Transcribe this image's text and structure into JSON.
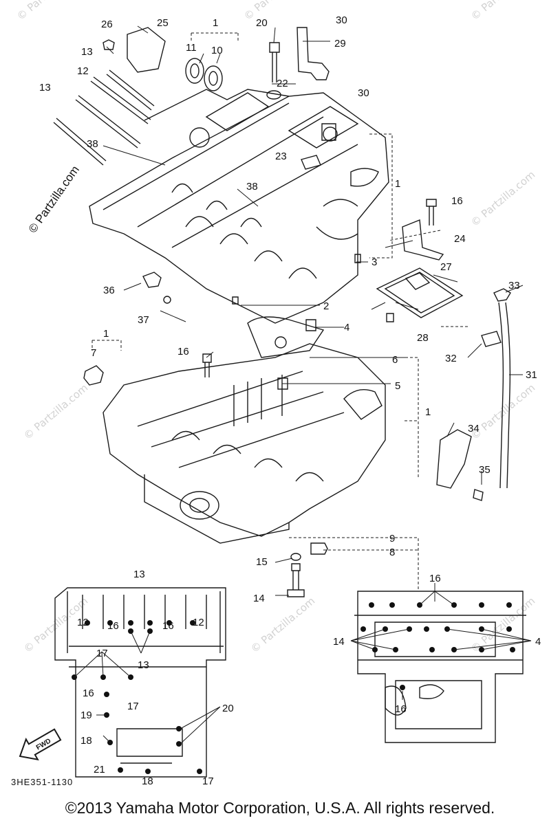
{
  "callouts": [
    {
      "id": "c26",
      "text": "26"
    },
    {
      "id": "c25",
      "text": "25"
    },
    {
      "id": "c1a",
      "text": "1"
    },
    {
      "id": "c11",
      "text": "11"
    },
    {
      "id": "c10",
      "text": "10"
    },
    {
      "id": "c20",
      "text": "20"
    },
    {
      "id": "c30a",
      "text": "30"
    },
    {
      "id": "c29",
      "text": "29"
    },
    {
      "id": "c13a",
      "text": "13"
    },
    {
      "id": "c12a",
      "text": "12"
    },
    {
      "id": "c13b",
      "text": "13"
    },
    {
      "id": "c22",
      "text": "22"
    },
    {
      "id": "c30b",
      "text": "30"
    },
    {
      "id": "c38a",
      "text": "38"
    },
    {
      "id": "c23",
      "text": "23"
    },
    {
      "id": "c1b",
      "text": "1"
    },
    {
      "id": "c38b",
      "text": "38"
    },
    {
      "id": "c16a",
      "text": "16"
    },
    {
      "id": "c24",
      "text": "24"
    },
    {
      "id": "c3",
      "text": "3"
    },
    {
      "id": "c27",
      "text": "27"
    },
    {
      "id": "c36",
      "text": "36"
    },
    {
      "id": "c33",
      "text": "33"
    },
    {
      "id": "c2",
      "text": "2"
    },
    {
      "id": "c37",
      "text": "37"
    },
    {
      "id": "c4a",
      "text": "4"
    },
    {
      "id": "c28",
      "text": "28"
    },
    {
      "id": "c1c",
      "text": "1"
    },
    {
      "id": "c7",
      "text": "7"
    },
    {
      "id": "c16b",
      "text": "16"
    },
    {
      "id": "c6",
      "text": "6"
    },
    {
      "id": "c32",
      "text": "32"
    },
    {
      "id": "c31",
      "text": "31"
    },
    {
      "id": "c5",
      "text": "5"
    },
    {
      "id": "c1d",
      "text": "1"
    },
    {
      "id": "c34",
      "text": "34"
    },
    {
      "id": "c35",
      "text": "35"
    },
    {
      "id": "c9",
      "text": "9"
    },
    {
      "id": "c8",
      "text": "8"
    },
    {
      "id": "c15",
      "text": "15"
    },
    {
      "id": "c14a",
      "text": "14"
    },
    {
      "id": "c13c",
      "text": "13"
    },
    {
      "id": "c12b",
      "text": "12"
    },
    {
      "id": "c16c",
      "text": "16"
    },
    {
      "id": "c16d",
      "text": "16"
    },
    {
      "id": "c12c",
      "text": "12"
    },
    {
      "id": "c17a",
      "text": "17"
    },
    {
      "id": "c13d",
      "text": "13"
    },
    {
      "id": "c16e",
      "text": "16"
    },
    {
      "id": "c17b",
      "text": "17"
    },
    {
      "id": "c19",
      "text": "19"
    },
    {
      "id": "c18a",
      "text": "18"
    },
    {
      "id": "c20b",
      "text": "20"
    },
    {
      "id": "c21",
      "text": "21"
    },
    {
      "id": "c18b",
      "text": "18"
    },
    {
      "id": "c17c",
      "text": "17"
    },
    {
      "id": "c16f",
      "text": "16"
    },
    {
      "id": "c14b",
      "text": "14"
    },
    {
      "id": "c4b",
      "text": "4"
    },
    {
      "id": "c16g",
      "text": "16"
    }
  ],
  "fwd_label": "FWD",
  "diagram_code": "3HE351-1130",
  "watermark": "© Partzilla.com",
  "footer": "©2013  Yamaha Motor Corporation, U.S.A. All rights reserved."
}
